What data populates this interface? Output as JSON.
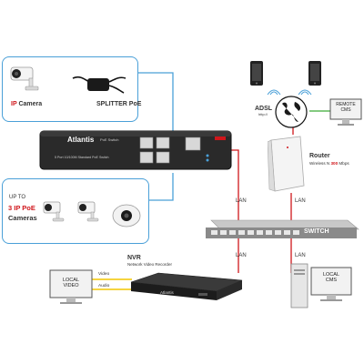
{
  "top_box": {
    "ip_camera_label_1": "IP",
    "ip_camera_label_2": "Camera",
    "splitter_label": "SPLITTER PoE"
  },
  "bottom_box": {
    "up_to": "UP TO",
    "count": "3 IP PoE",
    "cameras": "Cameras"
  },
  "switch_device": {
    "brand": "Atlantis",
    "model_tag": "PoE Switch",
    "subtitle": "5 Port 10/100M Standard PoE Switch"
  },
  "adsl": {
    "label": "ADSL",
    "sub": "http://"
  },
  "remote_cms": {
    "line1": "REMOTE",
    "line2": "CMS"
  },
  "router": {
    "label": "Router",
    "sub_prefix": "Wireless N ",
    "sub_speed": "300",
    "sub_suffix": " Mbps"
  },
  "switch_bar": {
    "label": "SWITCH"
  },
  "lan_labels": [
    "LAN",
    "LAN",
    "LAN",
    "LAN"
  ],
  "nvr": {
    "title": "NVR",
    "subtitle": "Network Video Recorder",
    "brand": "Atlantis"
  },
  "local_video": {
    "line1": "LOCAL",
    "line2": "VIDEO"
  },
  "signals": {
    "video": "Video",
    "audio": "Audio"
  },
  "local_cms": {
    "line1": "LOCAL",
    "line2": "CMS"
  },
  "colors": {
    "blue_link": "#4aa0d8",
    "red_link": "#d0161b",
    "green_link": "#3aaa35",
    "yellow_link": "#f2c500"
  }
}
